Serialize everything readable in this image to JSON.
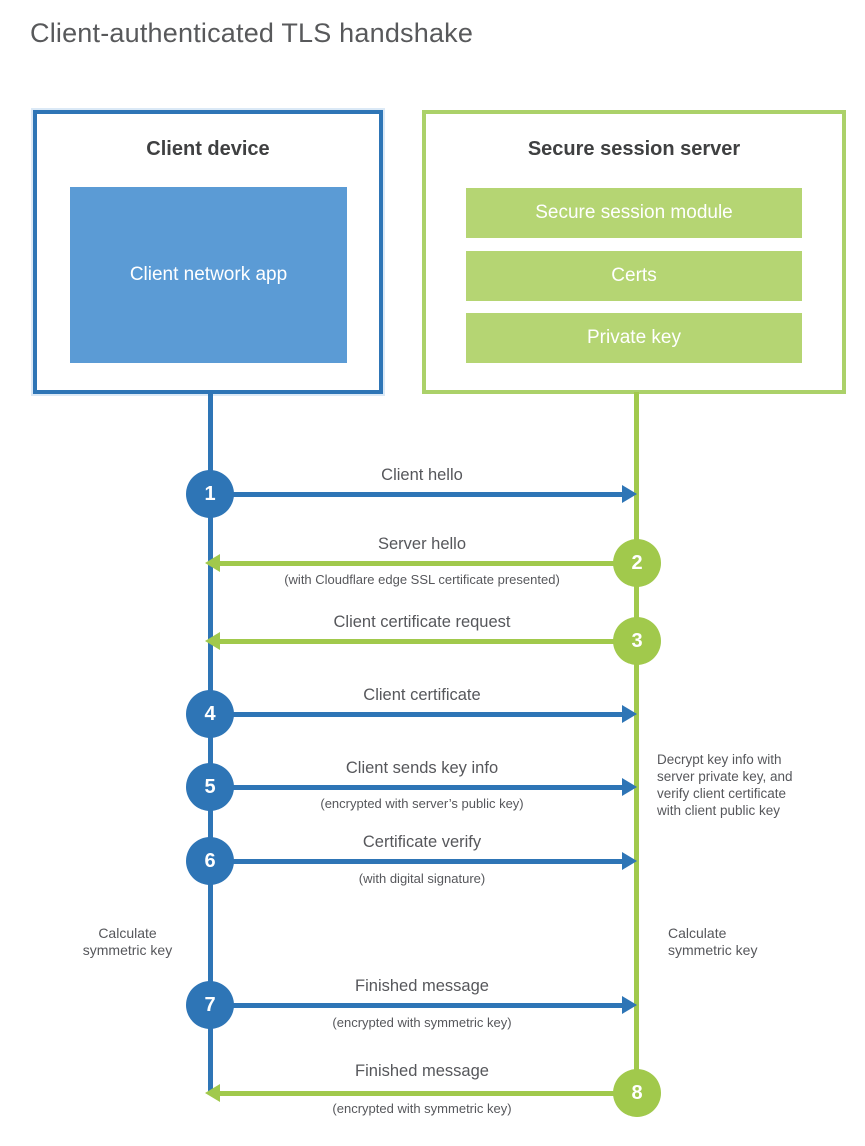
{
  "title": "Client-authenticated TLS handshake",
  "colors": {
    "blue": "#2e75b6",
    "blue_fill": "#5b9bd5",
    "green": "#a1c94c",
    "green_border": "#abd169",
    "green_fill": "#b5d573"
  },
  "client_box": {
    "title": "Client device",
    "app_label": "Client network app"
  },
  "server_box": {
    "title": "Secure session server",
    "modules": [
      "Secure session module",
      "Certs",
      "Private key"
    ]
  },
  "steps": [
    {
      "num": "1",
      "label": "Client hello",
      "sub": "",
      "from": "client",
      "to": "server"
    },
    {
      "num": "2",
      "label": "Server hello",
      "sub": "(with Cloudflare edge SSL certificate presented)",
      "from": "server",
      "to": "client"
    },
    {
      "num": "3",
      "label": "Client certificate request",
      "sub": "",
      "from": "server",
      "to": "client"
    },
    {
      "num": "4",
      "label": "Client certificate",
      "sub": "",
      "from": "client",
      "to": "server"
    },
    {
      "num": "5",
      "label": "Client sends key info",
      "sub": "(encrypted with server’s public key)",
      "from": "client",
      "to": "server"
    },
    {
      "num": "6",
      "label": "Certificate verify",
      "sub": "(with digital signature)",
      "from": "client",
      "to": "server"
    },
    {
      "num": "7",
      "label": "Finished message",
      "sub": "(encrypted with symmetric key)",
      "from": "client",
      "to": "server"
    },
    {
      "num": "8",
      "label": "Finished message",
      "sub": "(encrypted with symmetric key)",
      "from": "server",
      "to": "client"
    }
  ],
  "notes": {
    "client_calculate": "Calculate symmetric key",
    "server_calculate": "Calculate symmetric key",
    "server_note_lines": [
      "Decrypt key info with",
      "server private key, and",
      "verify client certificate",
      "with client public key"
    ]
  }
}
